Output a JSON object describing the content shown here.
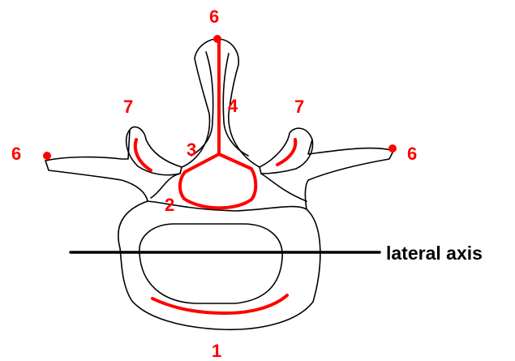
{
  "labels": {
    "body_front": "1",
    "pedicle": "2",
    "lamina_junction": "3",
    "spinous_line": "4",
    "spinous_tip": "6",
    "left_transverse_tip": "6",
    "right_transverse_tip": "6",
    "left_facet": "7",
    "right_facet": "7"
  },
  "axis": {
    "label": "lateral axis"
  },
  "colors": {
    "outline": "#000000",
    "highlight": "#ff0000",
    "background": "#ffffff"
  }
}
